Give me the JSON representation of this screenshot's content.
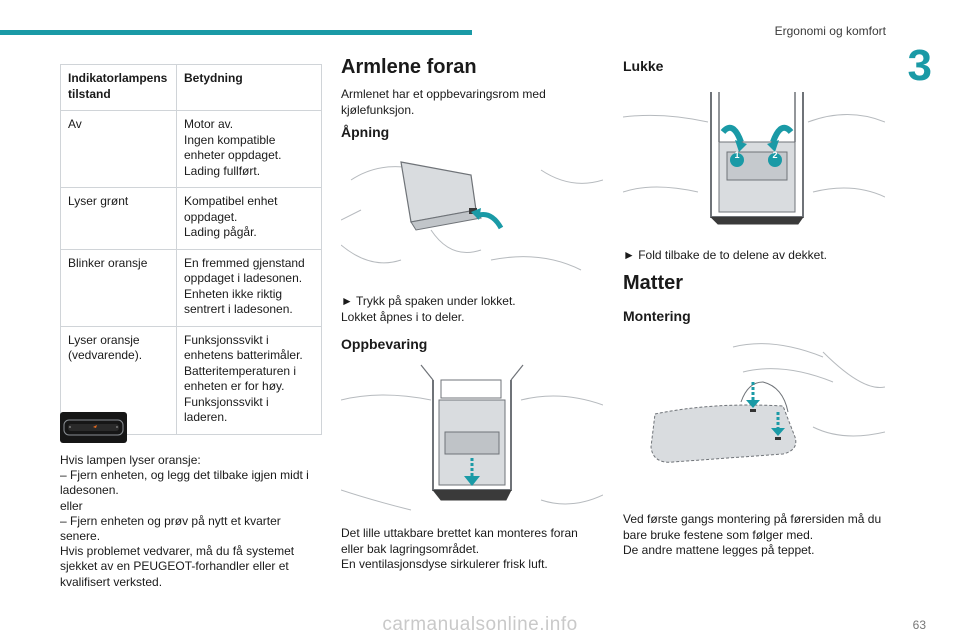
{
  "header": {
    "section_title": "Ergonomi og komfort",
    "chapter_number": "3"
  },
  "table": {
    "col1_header": "Indikatorlampens tilstand",
    "col2_header": "Betydning",
    "rows": [
      {
        "state": "Av",
        "meaning": [
          "Motor av.",
          "Ingen kompatible enheter oppdaget.",
          "Lading fullført."
        ]
      },
      {
        "state": "Lyser grønt",
        "meaning": [
          "Kompatibel enhet oppdaget.",
          "Lading pågår."
        ]
      },
      {
        "state": "Blinker oransje",
        "meaning": [
          "En fremmed gjenstand oppdaget i ladesonen.",
          "Enheten ikke riktig sentrert i ladesonen."
        ]
      },
      {
        "state": "Lyser oransje (vedvarende).",
        "meaning": [
          "Funksjonssvikt i enhetens batterimåler.",
          "Batteritemperaturen i enheten er for høy.",
          "Funksjonssvikt i laderen."
        ]
      }
    ]
  },
  "orange_text": {
    "intro": "Hvis lampen lyser oransje:",
    "step1": "– Fjern enheten, og legg det tilbake igjen midt i ladesonen.",
    "or": "eller",
    "step2": "– Fjern enheten og prøv på nytt et kvarter senere.",
    "final": "Hvis problemet vedvarer, må du få systemet sjekket av en PEUGEOT-forhandler eller et kvalifisert verksted."
  },
  "armrest": {
    "title": "Armlene foran",
    "intro": "Armlenet har et oppbevaringsrom med kjølefunksjon.",
    "opening_title": "Åpning",
    "opening_step": "► Trykk på spaken under lokket.",
    "opening_result": "Lokket åpnes i to deler.",
    "storage_title": "Oppbevaring",
    "storage_text1": "Det lille uttakbare brettet kan monteres foran eller bak lagringsområdet.",
    "storage_text2": "En ventilasjonsdyse sirkulerer frisk luft.",
    "closing_title": "Lukke",
    "closing_step": "► Fold tilbake de to delene av dekket.",
    "closing_badges": [
      "1",
      "2"
    ]
  },
  "mats": {
    "title": "Matter",
    "mounting_title": "Montering",
    "text1": "Ved første gangs montering på førersiden må du bare bruke festene som følger med.",
    "text2": "De andre mattene legges på teppet."
  },
  "footer": {
    "page_number": "63",
    "watermark": "carmanualsonline.info"
  },
  "colors": {
    "accent": "#1a9aa6",
    "illus_line": "#6f7378",
    "illus_fill": "#d9dcdf"
  }
}
